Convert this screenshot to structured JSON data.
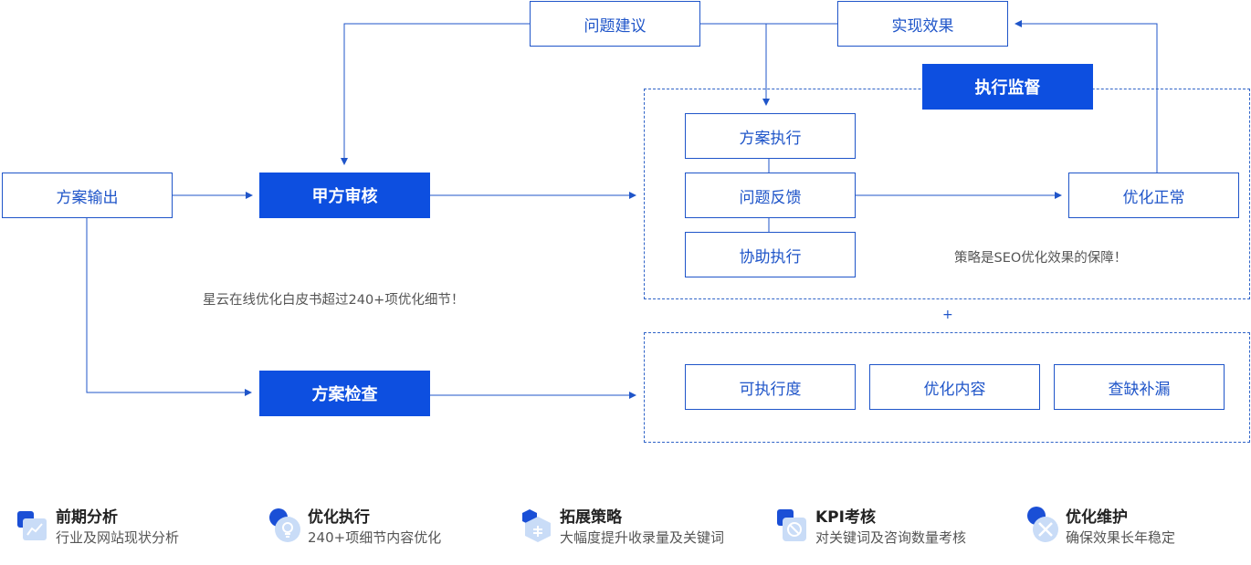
{
  "flow": {
    "suggest": "问题建议",
    "effect": "实现效果",
    "supervise": "执行监督",
    "plan_output": "方案输出",
    "party_a_review": "甲方审核",
    "plan_execute": "方案执行",
    "issue_feedback": "问题反馈",
    "assist_execute": "协助执行",
    "normal": "优化正常",
    "plan_check": "方案检查",
    "feasibility": "可执行度",
    "optimize_content": "优化内容",
    "fill_gaps": "查缺补漏",
    "note_strategy": "策略是SEO优化效果的保障！",
    "note_whitepaper": "星云在线优化白皮书超过240+项优化细节！",
    "plus": "+"
  },
  "features": [
    {
      "title": "前期分析",
      "desc": "行业及网站现状分析",
      "icon": "chart-icon"
    },
    {
      "title": "优化执行",
      "desc": "240+项细节内容优化",
      "icon": "lightbulb-icon"
    },
    {
      "title": "拓展策略",
      "desc": "大幅度提升收录量及关键词",
      "icon": "hexagon-icon"
    },
    {
      "title": "KPI考核",
      "desc": "对关键词及咨询数量考核",
      "icon": "target-icon"
    },
    {
      "title": "优化维护",
      "desc": "确保效果长年稳定",
      "icon": "wrench-icon"
    }
  ],
  "colors": {
    "primary": "#0d4fe0",
    "line": "#1f55c9"
  }
}
